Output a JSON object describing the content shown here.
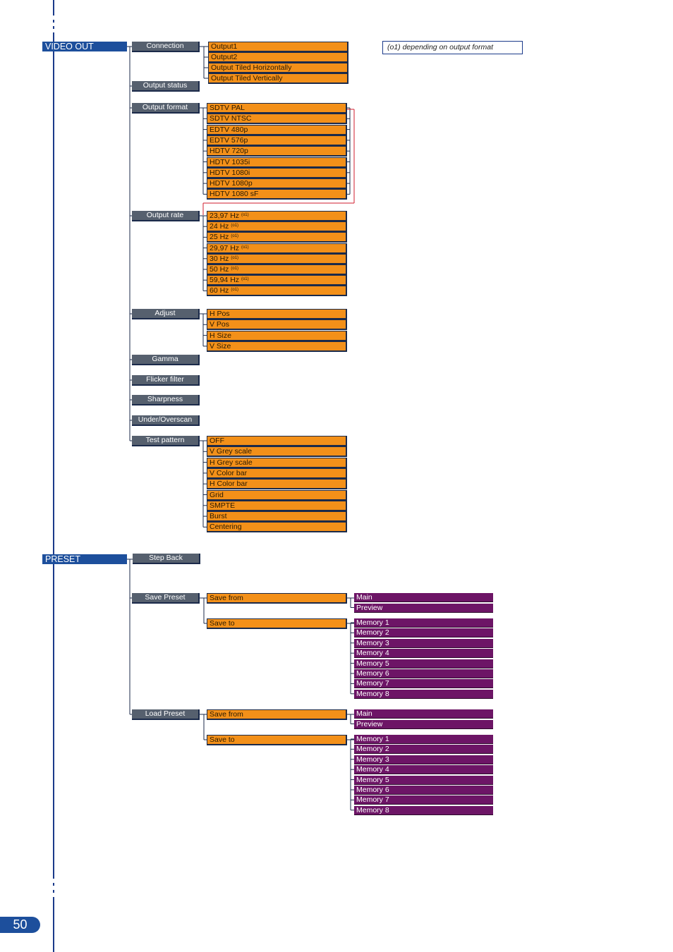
{
  "page_number": "50",
  "note": "(o1) depending on output format",
  "video_out": {
    "label": "VIDEO OUT",
    "connection": {
      "label": "Connection",
      "options": [
        "Output1",
        "Output2",
        "Output Tiled Horizontally",
        "Output Tiled Vertically"
      ]
    },
    "output_status": {
      "label": "Output status"
    },
    "output_format": {
      "label": "Output format",
      "options": [
        "SDTV PAL",
        "SDTV NTSC",
        "EDTV 480p",
        "EDTV 576p",
        "HDTV 720p",
        "HDTV 1035i",
        "HDTV 1080i",
        "HDTV 1080p",
        "HDTV 1080 sF"
      ]
    },
    "output_rate": {
      "label": "Output rate",
      "marker": "(o1)",
      "options": [
        "23,97 Hz",
        "24 Hz",
        "25 Hz",
        "29,97 Hz",
        "30 Hz",
        "50 Hz",
        "59,94 Hz",
        "60 Hz"
      ]
    },
    "adjust": {
      "label": "Adjust",
      "options": [
        "H Pos",
        "V Pos",
        "H Size",
        "V Size"
      ]
    },
    "gamma": {
      "label": "Gamma"
    },
    "flicker_filter": {
      "label": "Flicker filter"
    },
    "sharpness": {
      "label": "Sharpness"
    },
    "under_overscan": {
      "label": "Under/Overscan"
    },
    "test_pattern": {
      "label": "Test pattern",
      "options": [
        "OFF",
        "V Grey scale",
        "H Grey scale",
        "V Color bar",
        "H Color bar",
        "Grid",
        "SMPTE",
        "Burst",
        "Centering"
      ]
    }
  },
  "preset": {
    "label": "PRESET",
    "step_back": {
      "label": "Step Back"
    },
    "save_preset": {
      "label": "Save Preset",
      "save_from": {
        "label": "Save from",
        "options": [
          "Main",
          "Preview"
        ]
      },
      "save_to": {
        "label": "Save to",
        "options": [
          "Memory 1",
          "Memory 2",
          "Memory 3",
          "Memory 4",
          "Memory 5",
          "Memory 6",
          "Memory 7",
          "Memory 8"
        ]
      }
    },
    "load_preset": {
      "label": "Load Preset",
      "save_from": {
        "label": "Save from",
        "options": [
          "Main",
          "Preview"
        ]
      },
      "save_to": {
        "label": "Save to",
        "options": [
          "Memory 1",
          "Memory 2",
          "Memory 3",
          "Memory 4",
          "Memory 5",
          "Memory 6",
          "Memory 7",
          "Memory 8"
        ]
      }
    }
  }
}
